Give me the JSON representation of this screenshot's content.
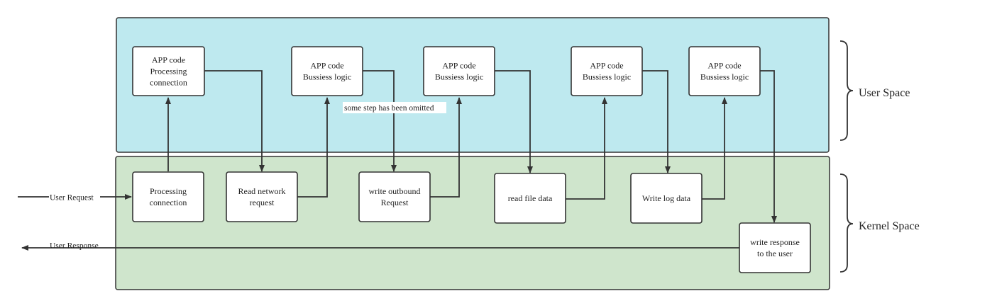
{
  "colors": {
    "user_space_fill": "#bee9ef",
    "kernel_space_fill": "#cfe5cc",
    "border": "#333333",
    "box_fill": "#ffffff",
    "arrow": "#333333"
  },
  "regions": {
    "user_space_label": "User Space",
    "kernel_space_label": "Kernel Space"
  },
  "user_space_boxes": [
    {
      "lines": [
        "APP code",
        "Processing",
        "connection"
      ]
    },
    {
      "lines": [
        "APP code",
        "Bussiess logic"
      ]
    },
    {
      "lines": [
        "APP code",
        "Bussiess logic"
      ]
    },
    {
      "lines": [
        "APP code",
        "Bussiess logic"
      ]
    },
    {
      "lines": [
        "APP code",
        "Bussiess logic"
      ]
    }
  ],
  "kernel_space_boxes": [
    {
      "lines": [
        "Processing",
        "connection"
      ]
    },
    {
      "lines": [
        "Read network",
        "request"
      ]
    },
    {
      "lines": [
        "write outbound",
        "Request"
      ]
    },
    {
      "lines": [
        "read file data"
      ]
    },
    {
      "lines": [
        "Write log data"
      ]
    },
    {
      "lines": [
        "write response",
        "to the user"
      ]
    }
  ],
  "annotations": {
    "omitted_note": "some step has been omitted",
    "user_request": "User Request",
    "user_response": "User Response"
  }
}
